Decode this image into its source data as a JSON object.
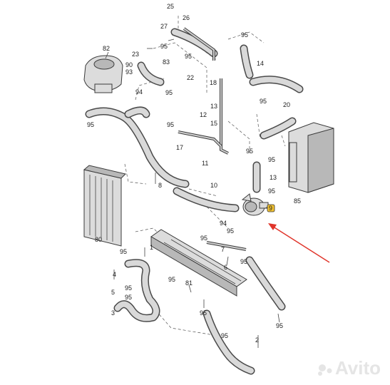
{
  "diagram": {
    "callouts": [
      {
        "id": "c25",
        "text": "25"
      },
      {
        "id": "c26",
        "text": "26"
      },
      {
        "id": "c27",
        "text": "27"
      },
      {
        "id": "c95a",
        "text": "95"
      },
      {
        "id": "c82",
        "text": "82"
      },
      {
        "id": "c23",
        "text": "23"
      },
      {
        "id": "c95b",
        "text": "95"
      },
      {
        "id": "c95c",
        "text": "95"
      },
      {
        "id": "c90",
        "text": "90"
      },
      {
        "id": "c83",
        "text": "83"
      },
      {
        "id": "c93",
        "text": "93"
      },
      {
        "id": "c22",
        "text": "22"
      },
      {
        "id": "c94a",
        "text": "94"
      },
      {
        "id": "c95d",
        "text": "95"
      },
      {
        "id": "c95e",
        "text": "95"
      },
      {
        "id": "c14",
        "text": "14"
      },
      {
        "id": "c18",
        "text": "18"
      },
      {
        "id": "c13",
        "text": "13"
      },
      {
        "id": "c12",
        "text": "12"
      },
      {
        "id": "c15",
        "text": "15"
      },
      {
        "id": "c95f",
        "text": "95"
      },
      {
        "id": "c20",
        "text": "20"
      },
      {
        "id": "c95g",
        "text": "95"
      },
      {
        "id": "c17",
        "text": "17"
      },
      {
        "id": "c95h",
        "text": "95"
      },
      {
        "id": "c11",
        "text": "11"
      },
      {
        "id": "c10",
        "text": "10"
      },
      {
        "id": "c8",
        "text": "8"
      },
      {
        "id": "c95i",
        "text": "95"
      },
      {
        "id": "c13b",
        "text": "13"
      },
      {
        "id": "c95j",
        "text": "95"
      },
      {
        "id": "c85",
        "text": "85"
      },
      {
        "id": "c9",
        "text": "9"
      },
      {
        "id": "c80",
        "text": "80"
      },
      {
        "id": "c94b",
        "text": "94"
      },
      {
        "id": "c95k",
        "text": "95"
      },
      {
        "id": "c95l",
        "text": "95"
      },
      {
        "id": "c7",
        "text": "7"
      },
      {
        "id": "c1",
        "text": "1"
      },
      {
        "id": "c95m",
        "text": "95"
      },
      {
        "id": "c6",
        "text": "6"
      },
      {
        "id": "c95n",
        "text": "95"
      },
      {
        "id": "c4",
        "text": "4"
      },
      {
        "id": "c81",
        "text": "81"
      },
      {
        "id": "c95o",
        "text": "95"
      },
      {
        "id": "c95p",
        "text": "95"
      },
      {
        "id": "c95q",
        "text": "95"
      },
      {
        "id": "c5",
        "text": "5"
      },
      {
        "id": "c3",
        "text": "3"
      },
      {
        "id": "c95r",
        "text": "95"
      },
      {
        "id": "c95s",
        "text": "95"
      },
      {
        "id": "c2",
        "text": "2"
      },
      {
        "id": "c95t",
        "text": "95"
      }
    ]
  },
  "highlight": {
    "callout_text": "9",
    "color": "#f2c230"
  },
  "arrow": {
    "color": "#e0342a"
  },
  "watermark": {
    "text": "Avito"
  }
}
